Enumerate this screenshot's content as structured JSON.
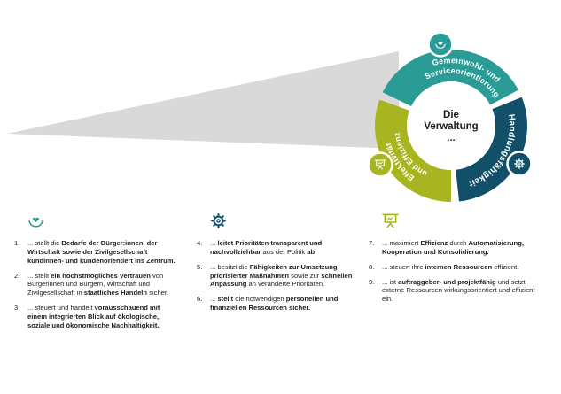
{
  "colors": {
    "teal": "#2a9c95",
    "navy": "#12506a",
    "green": "#a8b420",
    "gray": "#d9d9d9",
    "text": "#1d1d1b"
  },
  "ring": {
    "center": {
      "line1": "Die",
      "line2": "Verwaltung",
      "line3": "..."
    },
    "segments": [
      {
        "name": "gemeinwohl-und-serviceorientierung",
        "color": "#2a9c95",
        "label1": "Gemeinwohl- und",
        "label2": "Serviceorientierung",
        "icon": "hands-heart-icon"
      },
      {
        "name": "handlungsfaehigkeit",
        "color": "#12506a",
        "label1": "Handlungsfähigkeit",
        "label2": "",
        "icon": "gear-icon"
      },
      {
        "name": "effektivitaet-und-effizienz",
        "color": "#a8b420",
        "label1": "Effektivität",
        "label2": "und Effizienz",
        "icon": "presentation-board-icon"
      }
    ]
  },
  "columns": [
    {
      "icon": "hands-heart-icon",
      "color": "#2a9c95",
      "items": [
        {
          "number": "1.",
          "parts": [
            {
              "t": "... stellt die ",
              "b": false
            },
            {
              "t": "Bedarfe der Bürger:innen, der Wirtschaft sowie der Zivilgesellschaft kundinnen- und kundenorientiert ins Zentrum.",
              "b": true
            }
          ]
        },
        {
          "number": "2.",
          "parts": [
            {
              "t": "... stellt ",
              "b": false
            },
            {
              "t": "ein höchstmögliches Vertrauen",
              "b": true
            },
            {
              "t": " von Bürgerinnen und Bürgern, Wirtschaft und Zivilgesellschaft in ",
              "b": false
            },
            {
              "t": "staatliches Handeln",
              "b": true
            },
            {
              "t": " sicher.",
              "b": false
            }
          ]
        },
        {
          "number": "3.",
          "parts": [
            {
              "t": "... steuert und handelt ",
              "b": false
            },
            {
              "t": "vorausschauend mit einem integrierten Blick auf ökologische, soziale und ökonomische Nachhaltigkeit.",
              "b": true
            }
          ]
        }
      ]
    },
    {
      "icon": "gear-icon",
      "color": "#12506a",
      "items": [
        {
          "number": "4.",
          "parts": [
            {
              "t": "... ",
              "b": false
            },
            {
              "t": "leitet Prioritäten transparent und nachvollziehbar",
              "b": true
            },
            {
              "t": " aus der Politik ",
              "b": false
            },
            {
              "t": "ab",
              "b": true
            },
            {
              "t": ".",
              "b": false
            }
          ]
        },
        {
          "number": "5.",
          "parts": [
            {
              "t": "... besitzt die ",
              "b": false
            },
            {
              "t": "Fähigkeiten zur Umsetzung priorisierter Maßnahmen",
              "b": true
            },
            {
              "t": " sowie zur ",
              "b": false
            },
            {
              "t": "schnellen Anpassung",
              "b": true
            },
            {
              "t": " an veränderte Prioritäten.",
              "b": false
            }
          ]
        },
        {
          "number": "6.",
          "parts": [
            {
              "t": "... ",
              "b": false
            },
            {
              "t": "stellt",
              "b": true
            },
            {
              "t": " die notwendigen ",
              "b": false
            },
            {
              "t": "personellen und finanziellen Ressourcen sicher.",
              "b": true
            }
          ]
        }
      ]
    },
    {
      "icon": "presentation-board-icon",
      "color": "#a8b420",
      "items": [
        {
          "number": "7.",
          "parts": [
            {
              "t": "... maximiert ",
              "b": false
            },
            {
              "t": "Effizienz",
              "b": true
            },
            {
              "t": " durch ",
              "b": false
            },
            {
              "t": "Automatisierung, Kooperation und Konsolidierung.",
              "b": true
            }
          ]
        },
        {
          "number": "8.",
          "parts": [
            {
              "t": "... steuert ihre ",
              "b": false
            },
            {
              "t": "internen Ressourcen",
              "b": true
            },
            {
              "t": " effizient.",
              "b": false
            }
          ]
        },
        {
          "number": "9.",
          "parts": [
            {
              "t": "... ist ",
              "b": false
            },
            {
              "t": "auftraggeber- und projektfähig",
              "b": true
            },
            {
              "t": " und setzt externe Ressourcen wirkungsorientiert und effizient ein.",
              "b": false
            }
          ]
        }
      ]
    }
  ]
}
